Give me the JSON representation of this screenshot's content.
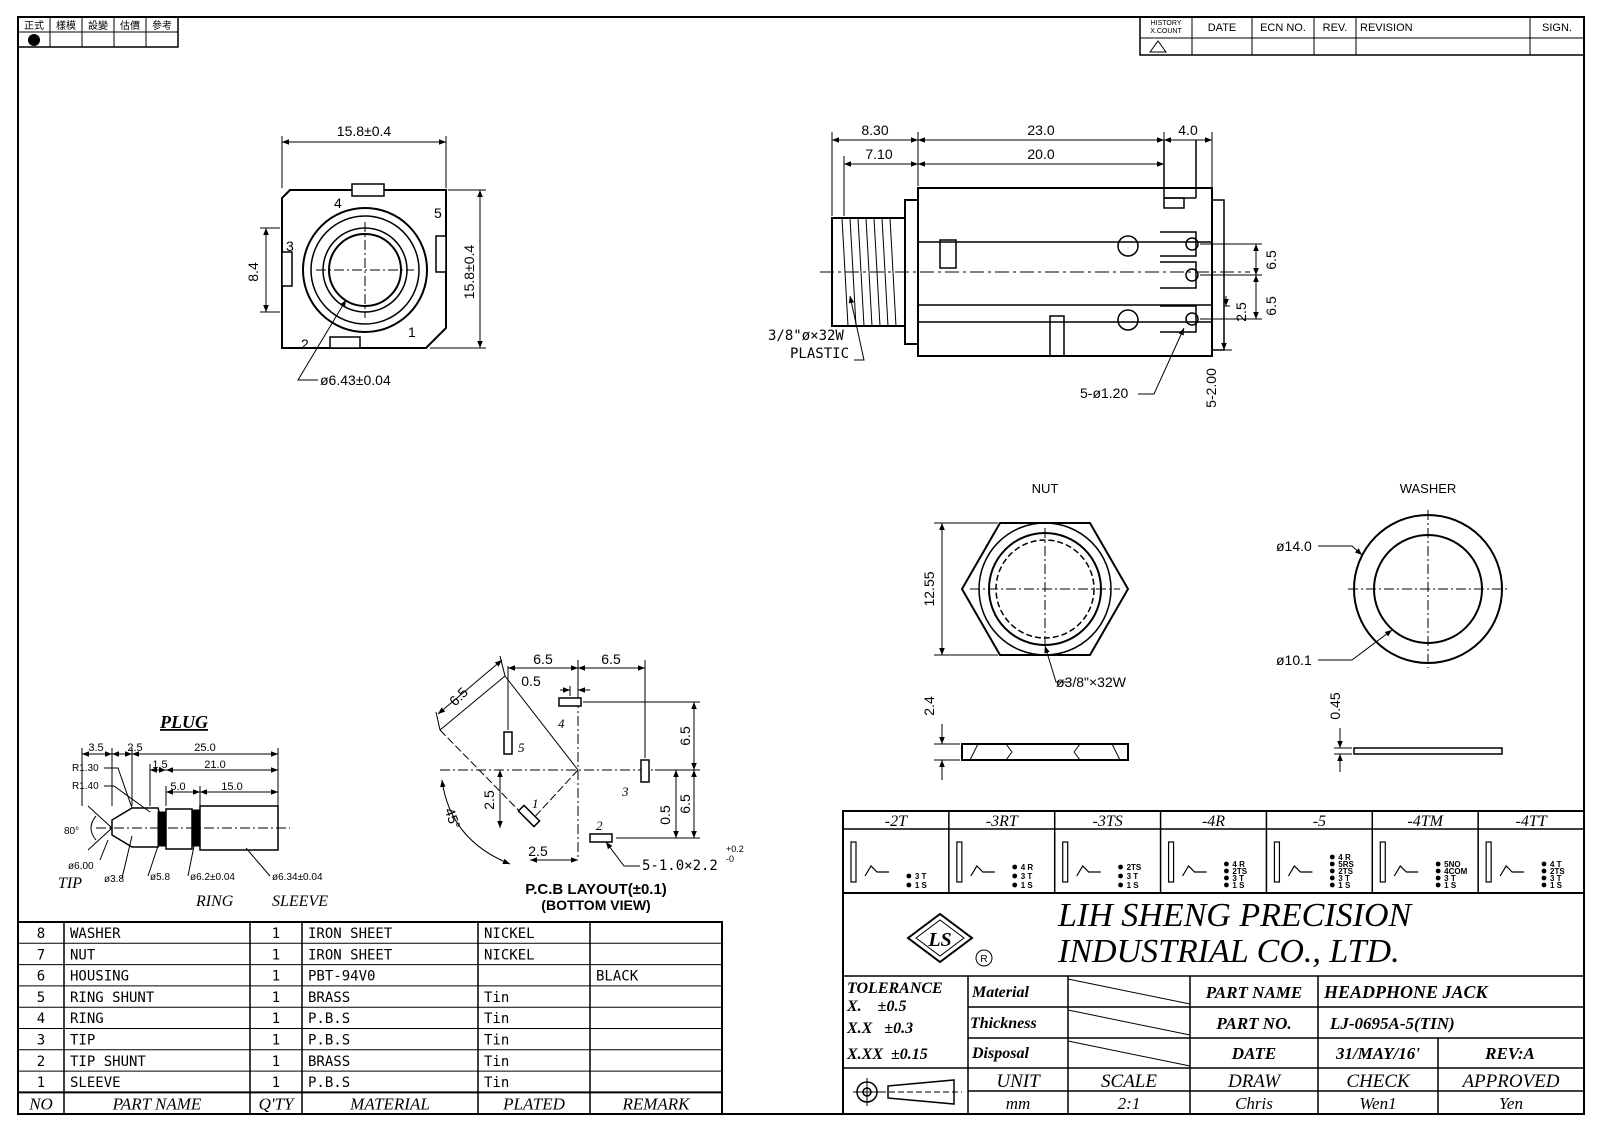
{
  "approval_stamp": [
    "正式",
    "樣模",
    "設變",
    "估價",
    "參考"
  ],
  "revision_header": {
    "history": "HISTORY",
    "xcount": "X.COUNT",
    "date": "DATE",
    "ecn": "ECN NO.",
    "rev": "REV.",
    "revision": "REVISION",
    "sign": "SIGN."
  },
  "front_view": {
    "width_dim": "15.8±0.4",
    "height_dim": "15.8±0.4",
    "left_dim": "8.4",
    "bore_dim": "ø6.43±0.04",
    "pins": [
      "1",
      "2",
      "3",
      "4",
      "5"
    ]
  },
  "side_view": {
    "dim_total": "8.30",
    "dim_thread": "7.10",
    "dim_body": "23.0",
    "dim_body_inner": "20.0",
    "dim_end": "4.0",
    "dim_pin_upper": "6.5",
    "dim_pin_lower": "6.5",
    "dim_pin_small": "2.5",
    "dim_pin_len": "5-2.00",
    "thread_note_1": "3/8\"ø×32W",
    "thread_note_2": "PLASTIC",
    "hole_note": "5-ø1.20"
  },
  "nut": {
    "title": "NUT",
    "across_flats": "12.55",
    "thread": "ø3/8\"×32W",
    "thickness": "2.4"
  },
  "washer": {
    "title": "WASHER",
    "outer": "ø14.0",
    "inner": "ø10.1",
    "thickness": "0.45"
  },
  "plug": {
    "title": "PLUG",
    "d1": "3.5",
    "d2": "2.5",
    "d3": "25.0",
    "d4": "1.5",
    "d5": "21.0",
    "d6": "5.0",
    "d7": "15.0",
    "r1": "R1.30",
    "r2": "R1.40",
    "angle": "80°",
    "dia1": "ø6.00",
    "dia2": "ø3.8",
    "dia3": "ø5.8",
    "dia4": "ø6.2±0.04",
    "dia5": "ø6.34±0.04",
    "tip": "TIP",
    "ring": "RING",
    "sleeve": "SLEEVE"
  },
  "pcb": {
    "d_a": "6.5",
    "d_b": "6.5",
    "d_c": "0.5",
    "d_d": "6.5",
    "d_e": "6.5",
    "d_f": "6.5",
    "d_g": "0.5",
    "d_h": "2.5",
    "d_i": "2.5",
    "angle": "45°",
    "slot_note": "5-1.0×2.2",
    "tol_plus": "+0.2",
    "tol_minus": "-0",
    "pins": [
      "1",
      "2",
      "3",
      "4",
      "5"
    ],
    "title_1": "P.C.B LAYOUT(±0.1)",
    "title_2": "(BOTTOM VIEW)"
  },
  "variants": [
    {
      "name": "-2T",
      "labels": [
        "3 T",
        "1 S"
      ]
    },
    {
      "name": "-3RT",
      "labels": [
        "4 R",
        "3 T",
        "1 S"
      ]
    },
    {
      "name": "-3TS",
      "labels": [
        "2TS",
        "3 T",
        "1 S"
      ]
    },
    {
      "name": "-4R",
      "labels": [
        "4 R",
        "2TS",
        "3 T",
        "1 S"
      ]
    },
    {
      "name": "-5",
      "labels": [
        "4 R",
        "5RS",
        "2TS",
        "3 T",
        "1 S"
      ]
    },
    {
      "name": "-4TM",
      "labels": [
        "5NO",
        "4COM",
        "3 T",
        "1 S"
      ]
    },
    {
      "name": "-4TT",
      "labels": [
        "4 T",
        "2TS",
        "3 T",
        "1 S"
      ]
    }
  ],
  "company": {
    "line1": "LIH SHENG PRECISION",
    "line2": "INDUSTRIAL CO., LTD.",
    "logo": "LS",
    "reg": "R"
  },
  "tolerance": {
    "title": "TOLERANCE",
    "x": "X.    ±0.5",
    "xx": "X.X   ±0.3",
    "xxx": "X.XX  ±0.15"
  },
  "title_fields": {
    "material": "Material",
    "thickness": "Thickness",
    "disposal": "Disposal",
    "part_name_label": "PART NAME",
    "part_name": "HEADPHONE JACK",
    "part_no_label": "PART NO.",
    "part_no": "LJ-0695A-5(TIN)",
    "date_label": "DATE",
    "date": "31/MAY/16'",
    "rev": "REV:A",
    "unit_label": "UNIT",
    "unit": "mm",
    "scale_label": "SCALE",
    "scale": "2:1",
    "draw_label": "DRAW",
    "draw": "Chris",
    "check_label": "CHECK",
    "check": "Wen1",
    "approved_label": "APPROVED",
    "approved": "Yen"
  },
  "bom": {
    "headers": [
      "NO",
      "PART NAME",
      "Q'TY",
      "MATERIAL",
      "PLATED",
      "REMARK"
    ],
    "rows": [
      [
        "8",
        "WASHER",
        "1",
        "IRON SHEET",
        "NICKEL",
        ""
      ],
      [
        "7",
        "NUT",
        "1",
        "IRON SHEET",
        "NICKEL",
        ""
      ],
      [
        "6",
        "HOUSING",
        "1",
        "PBT-94V0",
        "",
        "BLACK"
      ],
      [
        "5",
        "RING SHUNT",
        "1",
        "BRASS",
        "Tin",
        ""
      ],
      [
        "4",
        "RING",
        "1",
        "P.B.S",
        "Tin",
        ""
      ],
      [
        "3",
        "TIP",
        "1",
        "P.B.S",
        "Tin",
        ""
      ],
      [
        "2",
        "TIP SHUNT",
        "1",
        "BRASS",
        "Tin",
        ""
      ],
      [
        "1",
        "SLEEVE",
        "1",
        "P.B.S",
        "Tin",
        ""
      ]
    ]
  }
}
